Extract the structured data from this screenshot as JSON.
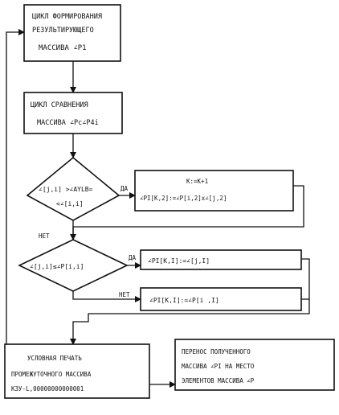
{
  "blocks": {
    "form_cycle": {
      "line1": "ЦИКЛ ФОРМИРОВАНИЯ",
      "line2": "РЕЗУЛЬТИРУЮЩЕГО",
      "line3": "МАССИВА ∠P1"
    },
    "compare_cycle": {
      "line1": "ЦИКЛ СРАВНЕНИЯ",
      "line2": "МАССИВА ∠Pc∠P4i"
    },
    "decision1": {
      "line1": "∠[j,i] >∠AYLB=",
      "line2": "<∠[i,i]"
    },
    "calc_box": {
      "line1": "K:=K+1",
      "line2": "∠PI[K,2]:=∠P[i,2]x∠[j,2]"
    },
    "decision2": {
      "line1": "∠[j,i]≤∠P[i,i]"
    },
    "assign1": {
      "line1": "∠PI[K,I]:=∠[j,I]"
    },
    "assign2": {
      "line1": "∠PI[K,I]:=∠P[i ,I]"
    },
    "print_box": {
      "line1": "УСЛОВНАЯ  ПЕЧАТЬ",
      "line2": "ПРОМЕЖУТОЧНОГО МАССИВА",
      "line3": "КЗУ-L,00000000000001"
    },
    "transfer_box": {
      "line1": "ПЕРЕНОС  ПОЛУЧЕННОГО",
      "line2": "МАССИВА  ∠PI  НА МЕСТО",
      "line3": "ЭЛЕМЕНТОВ МАССИВА ∠P"
    }
  },
  "edge_labels": {
    "yes1": "ДА",
    "no1": "НЕТ",
    "yes2": "ДА",
    "no2": "НЕТ"
  }
}
